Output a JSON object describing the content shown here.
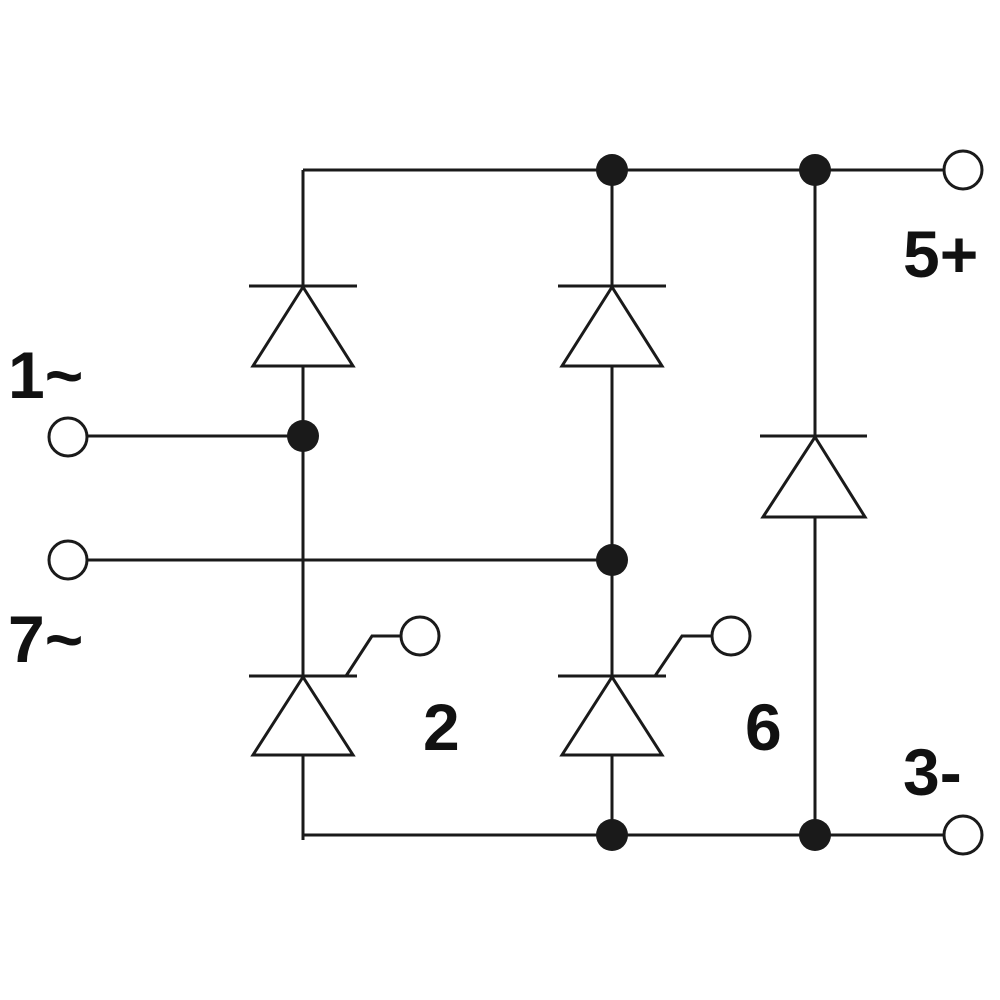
{
  "labels": {
    "t1": "1~",
    "t7": "7~",
    "t5": "5+",
    "t3": "3-",
    "g2": "2",
    "g6": "6"
  },
  "colors": {
    "ink": "#1a1a1a",
    "background": "#ffffff"
  },
  "components": [
    {
      "name": "upper-left-diode",
      "kind": "diode",
      "direction": "anode-bottom"
    },
    {
      "name": "upper-middle-diode",
      "kind": "diode",
      "direction": "anode-bottom"
    },
    {
      "name": "right-freewheel-diode",
      "kind": "diode",
      "direction": "anode-bottom"
    },
    {
      "name": "lower-left-thyristor",
      "kind": "thyristor",
      "gate": "2"
    },
    {
      "name": "lower-middle-thyristor",
      "kind": "thyristor",
      "gate": "6"
    }
  ]
}
